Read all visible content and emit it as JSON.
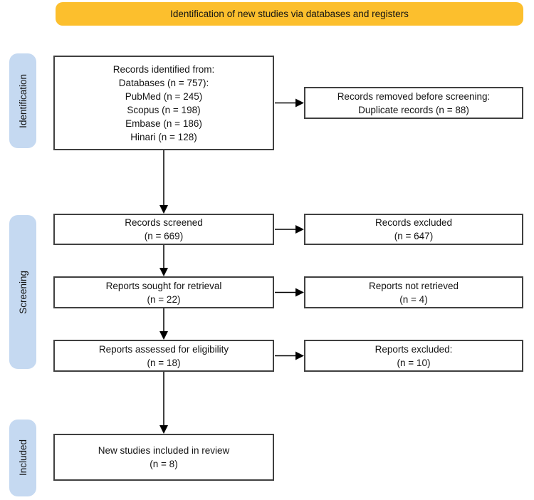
{
  "banner": {
    "title": "Identification of new studies via databases and registers"
  },
  "stage_labels": {
    "identification": "Identification",
    "screening": "Screening",
    "included": "Included"
  },
  "boxes": {
    "records_identified": [
      "Records identified from:",
      "Databases (n = 757):",
      "PubMed (n = 245)",
      "Scopus (n = 198)",
      "Embase (n = 186)",
      "Hinari (n = 128)"
    ],
    "records_removed": [
      "Records removed before screening:",
      "Duplicate records (n = 88)"
    ],
    "records_screened": [
      "Records screened",
      "(n = 669)"
    ],
    "records_excluded": [
      "Records excluded",
      "(n = 647)"
    ],
    "reports_sought": [
      "Reports sought for retrieval",
      "(n = 22)"
    ],
    "reports_not_retrieved": [
      "Reports not retrieved",
      "(n = 4)"
    ],
    "reports_assessed": [
      "Reports assessed for eligibility",
      "(n = 18)"
    ],
    "reports_excluded": [
      "Reports excluded:",
      "(n = 10)"
    ],
    "studies_included": [
      "New studies included in review",
      "(n = 8)"
    ]
  },
  "colors": {
    "banner_bg": "#FCBF2D",
    "stage_bg": "#C5D9F1",
    "box_border": "#404040",
    "arrow": "#000000"
  }
}
